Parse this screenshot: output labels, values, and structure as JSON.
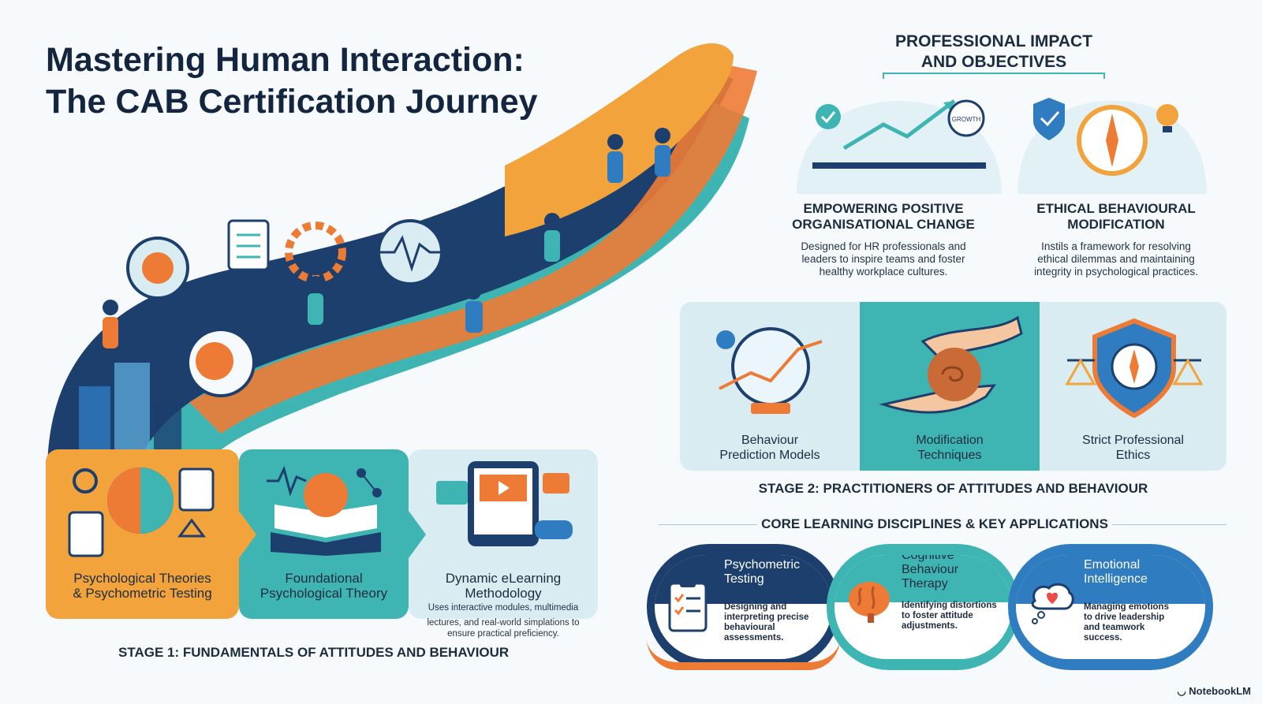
{
  "title": {
    "line1": "Mastering Human Interaction:",
    "line2": "The CAB Certification Journey"
  },
  "objectives": {
    "heading_line1": "PROFESSIONAL IMPACT",
    "heading_line2": "AND OBJECTIVES",
    "badge_text": "GROWTH",
    "items": [
      {
        "title_line1": "EMPOWERING POSITIVE",
        "title_line2": "ORGANISATIONAL CHANGE",
        "desc_line1": "Designed for HR professionals and",
        "desc_line2": "leaders to inspire teams and foster",
        "desc_line3": "healthy workplace cultures."
      },
      {
        "title_line1": "ETHICAL BEHAVIOURAL",
        "title_line2": "MODIFICATION",
        "desc_line1": "Instils a framework for resolving",
        "desc_line2": "ethical dilemmas and maintaining",
        "desc_line3": "integrity in psychological practices."
      }
    ]
  },
  "stage1": {
    "title": "STAGE 1: FUNDAMENTALS OF ATTITUDES AND BEHAVIOUR",
    "cards": [
      {
        "line1": "Psychological Theories",
        "line2": "& Psychometric Testing"
      },
      {
        "line1": "Foundational",
        "line2": "Psychological Theory"
      },
      {
        "line1": "Dynamic eLearning",
        "line2": "Methodology",
        "desc_line1": "Uses interactive modules, multimedia",
        "desc_line2": "lectures, and real-world simplations to",
        "desc_line3": "ensure practical preficiency."
      }
    ]
  },
  "stage2": {
    "title": "STAGE 2: PRACTITIONERS OF ATTITUDES AND BEHAVIOUR",
    "cards": [
      {
        "line1": "Behaviour",
        "line2": "Prediction Models"
      },
      {
        "line1": "Modification",
        "line2": "Techniques"
      },
      {
        "line1": "Strict Professional",
        "line2": "Ethics"
      }
    ]
  },
  "core": {
    "heading": "CORE LEARNING DISCIPLINES & KEY APPLICATIONS",
    "items": [
      {
        "title_line1": "Psychometric",
        "title_line2": "Testing",
        "title_line3": "",
        "desc_line1": "Designing and",
        "desc_line2": "interpreting precise",
        "desc_line3": "behavioural",
        "desc_line4": "assessments."
      },
      {
        "title_line1": "Cognitive",
        "title_line2": "Behaviour",
        "title_line3": "Therapy",
        "desc_line1": "Identifying distortions",
        "desc_line2": "to foster attitude",
        "desc_line3": "adjustments.",
        "desc_line4": ""
      },
      {
        "title_line1": "Emotional",
        "title_line2": "Intelligence",
        "title_line3": "",
        "desc_line1": "Managing emotions",
        "desc_line2": "to drive leadership",
        "desc_line3": "and teamwork",
        "desc_line4": "success."
      }
    ]
  },
  "brand": "NotebookLM",
  "colors": {
    "navy": "#1c3f6e",
    "teal": "#3fb5b3",
    "orange": "#f3a33b",
    "deep_orange": "#ee7b35",
    "blue": "#2f7cc0",
    "light_blue": "#d8ecf2"
  }
}
